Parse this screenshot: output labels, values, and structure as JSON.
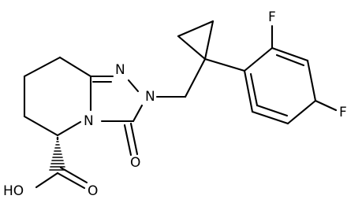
{
  "atoms": {
    "n_top": "N",
    "n_mid": "N",
    "n_ring": "N",
    "oxo": "O",
    "fluoro_ortho": "F",
    "fluoro_para": "F",
    "acid_oh": "HO",
    "acid_o": "O"
  }
}
